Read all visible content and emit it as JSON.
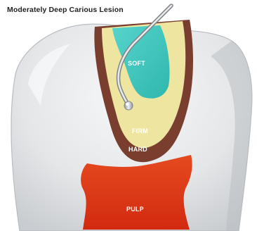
{
  "title": "Moderately Deep Carious Lesion",
  "labels": {
    "soft": "SOFT",
    "firm": "FIRM",
    "hard": "HARD",
    "pulp": "PULP"
  },
  "colors": {
    "enamel": "#e6e8ea",
    "hard_dentin": "#7a3e2f",
    "firm_dentin": "#eee6a0",
    "soft_dentin": "#3cc6be",
    "pulp": "#e2381a",
    "instrument": "#c9ccd0"
  },
  "icons": {
    "instrument": "dental-explorer-instrument"
  }
}
